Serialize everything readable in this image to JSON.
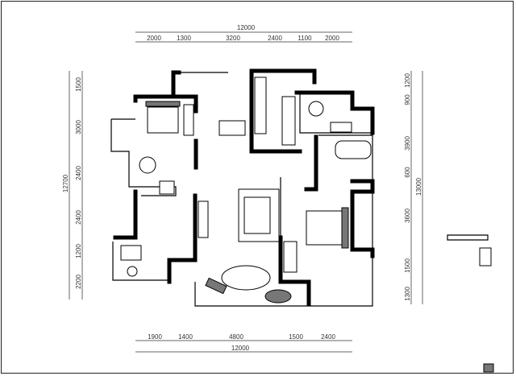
{
  "dimensions": {
    "top_total": "12000",
    "top_segments": [
      "2000",
      "1300",
      "3200",
      "2400",
      "1100",
      "2000"
    ],
    "bottom_segments": [
      "1900",
      "1400",
      "4800",
      "1500",
      "2400"
    ],
    "bottom_total": "12000",
    "left_total": "12700",
    "left_segments": [
      "1500",
      "3000",
      "2400",
      "2400",
      "1200",
      "2200"
    ],
    "right_segments": [
      "1200",
      "900",
      "3900",
      "600",
      "3600",
      "1500",
      "1300"
    ],
    "right_total": "13000"
  }
}
